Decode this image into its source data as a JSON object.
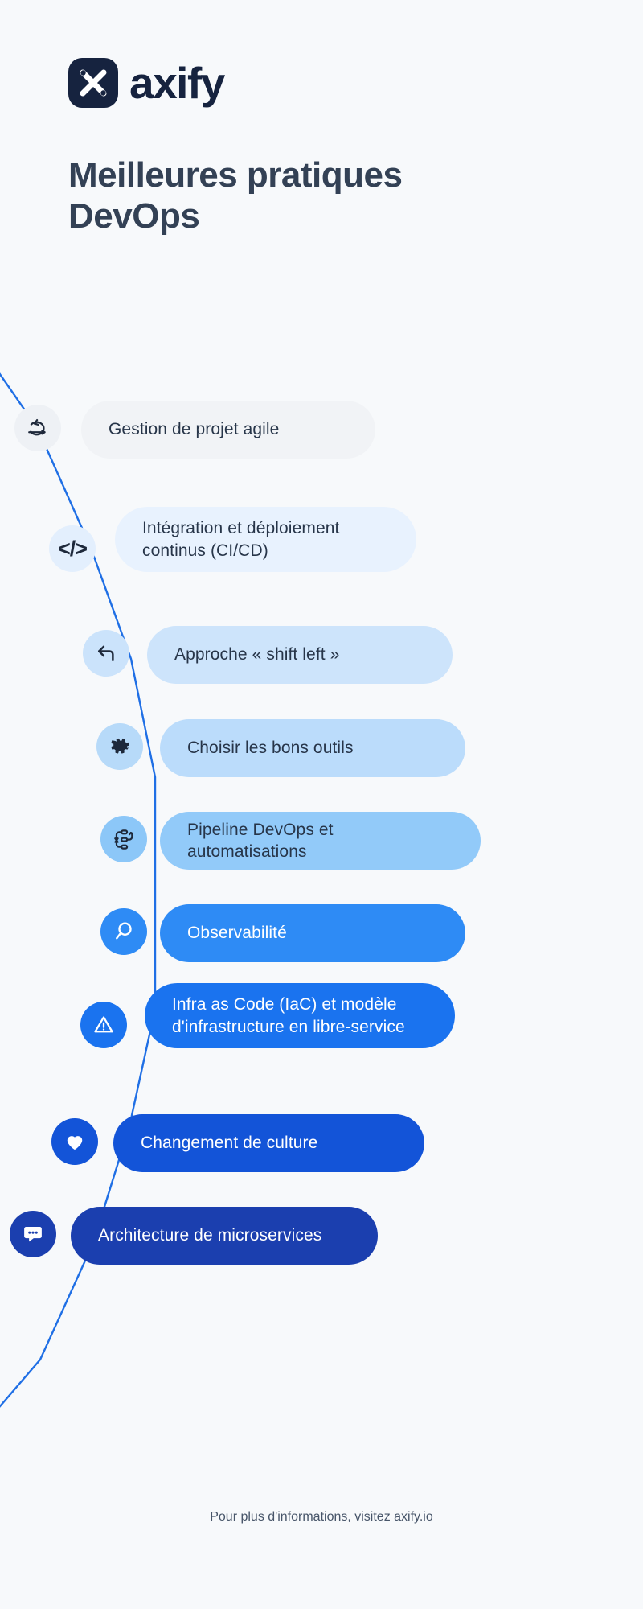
{
  "brand": {
    "name": "axify",
    "logo_icon": "axify-x-mark",
    "logo_color": "#16233f"
  },
  "header": {
    "title": "Meilleures pratiques DevOps"
  },
  "theme": {
    "background": "#f7f9fb",
    "line_color": "#1f6fe5",
    "title_color": "#334155"
  },
  "timeline": {
    "items": [
      {
        "index": 1,
        "label": "Gestion de projet agile",
        "icon": "rotate-arrow-icon",
        "pill_bg": "#f1f3f6",
        "pill_text": "#273549",
        "circle_bg": "#eef1f5",
        "icon_color": "#1e293b"
      },
      {
        "index": 2,
        "label": "Intégration et déploiement continus (CI/CD)",
        "icon": "code-icon",
        "pill_bg": "#e8f2fe",
        "pill_text": "#273549",
        "circle_bg": "#e3effd",
        "icon_color": "#1e293b"
      },
      {
        "index": 3,
        "label": "Approche « shift left »",
        "icon": "arrow-turn-left-icon",
        "pill_bg": "#cde4fb",
        "pill_text": "#273549",
        "circle_bg": "#cbe3fb",
        "icon_color": "#1e293b"
      },
      {
        "index": 4,
        "label": "Choisir les bons outils",
        "icon": "gear-icon",
        "pill_bg": "#bbdcfb",
        "pill_text": "#273549",
        "circle_bg": "#b7daf9",
        "icon_color": "#1e293b"
      },
      {
        "index": 5,
        "label": "Pipeline DevOps et automatisations",
        "icon": "pipeline-icon",
        "pill_bg": "#92caf9",
        "pill_text": "#273549",
        "circle_bg": "#8cc7f8",
        "icon_color": "#1e293b"
      },
      {
        "index": 6,
        "label": "Observabilité",
        "icon": "magnifier-icon",
        "pill_bg": "#2e8bf5",
        "pill_text": "#ffffff",
        "circle_bg": "#2e8bf5",
        "icon_color": "#ffffff"
      },
      {
        "index": 7,
        "label": "Infra as Code (IaC) et modèle d'infrastructure en libre-service",
        "icon": "warning-triangle-icon",
        "pill_bg": "#1a73ef",
        "pill_text": "#ffffff",
        "circle_bg": "#1a73ef",
        "icon_color": "#ffffff"
      },
      {
        "index": 8,
        "label": "Changement de culture",
        "icon": "heart-icon",
        "pill_bg": "#1354d8",
        "pill_text": "#ffffff",
        "circle_bg": "#1354d8",
        "icon_color": "#ffffff"
      },
      {
        "index": 9,
        "label": "Architecture de microservices",
        "icon": "chat-bubble-icon",
        "pill_bg": "#1b3faf",
        "pill_text": "#ffffff",
        "circle_bg": "#1b3faf",
        "icon_color": "#ffffff"
      }
    ]
  },
  "footer": {
    "text": "Pour plus d'informations, visitez axify.io"
  }
}
